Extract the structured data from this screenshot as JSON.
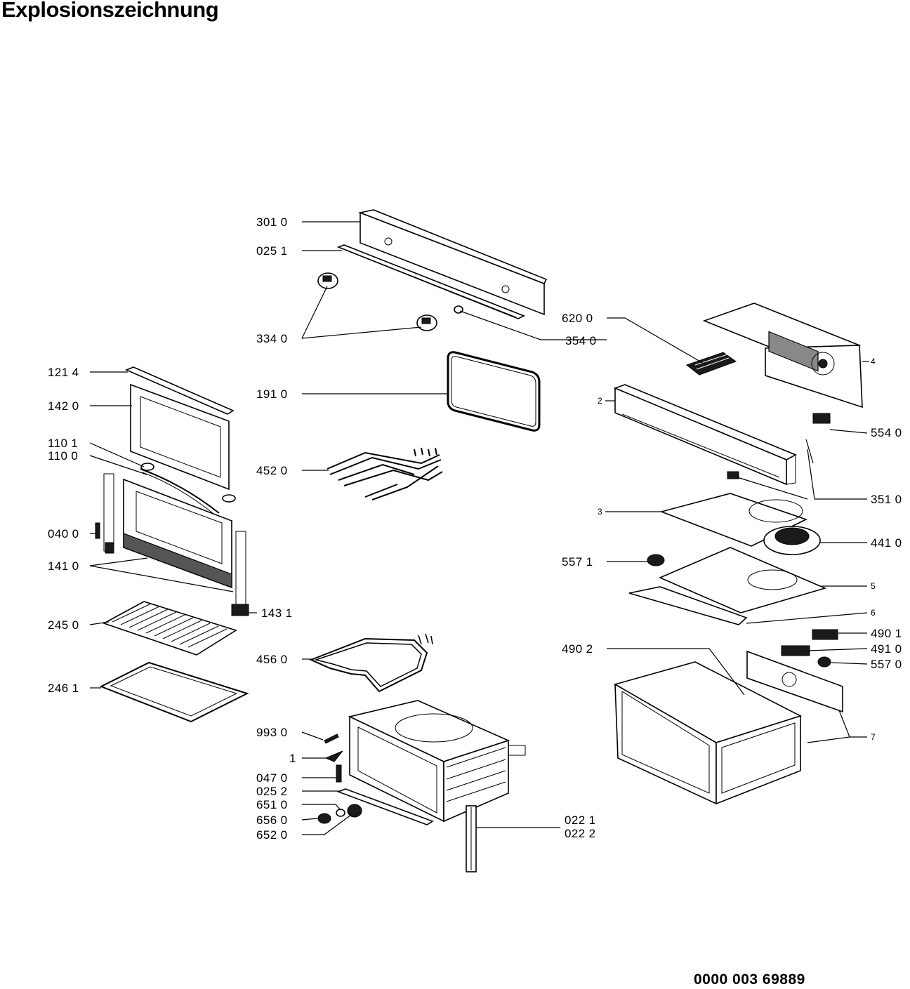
{
  "title": "Explosionszeichnung",
  "document_number": "0000 003 69889",
  "part_labels": {
    "p3010": "301 0",
    "p0251": "025 1",
    "p3340": "334 0",
    "p3540": "354 0",
    "p1214": "121 4",
    "p1420": "142 0",
    "p1101": "110 1",
    "p1100": "110 0",
    "p0400": "040 0",
    "p1410": "141 0",
    "p1431": "143 1",
    "p2450": "245 0",
    "p2461": "246 1",
    "p1910": "191 0",
    "p4520": "452 0",
    "p4560": "456 0",
    "p9930": "993 0",
    "p1": "1",
    "p0470": "047 0",
    "p0252": "025 2",
    "p6510": "651 0",
    "p6560": "656 0",
    "p6520": "652 0",
    "p0221": "022 1",
    "p0222": "022 2",
    "p6200": "620 0",
    "p4": "4",
    "p2": "2",
    "p5540": "554 0",
    "p3510": "351 0",
    "p3": "3",
    "p4410": "441 0",
    "p5571": "557 1",
    "p5": "5",
    "p6": "6",
    "p4901": "490 1",
    "p4910": "491 0",
    "p4902": "490 2",
    "p5570": "557 0",
    "p7": "7"
  }
}
